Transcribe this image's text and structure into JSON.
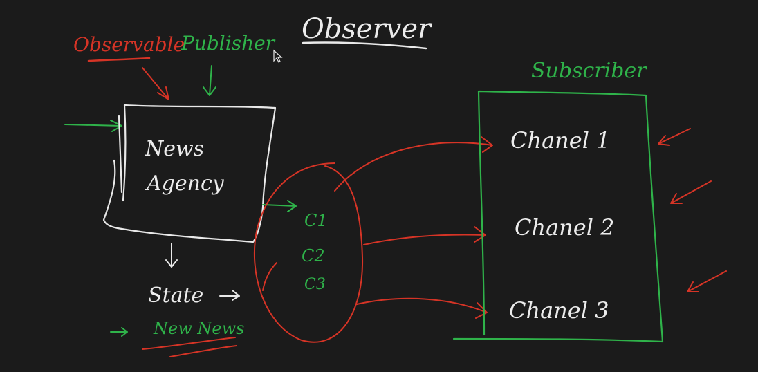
{
  "title": "Observer",
  "labels": {
    "observable": "Observable",
    "publisher": "Publisher",
    "subscriber": "Subscriber",
    "news_agency_line1": "News",
    "news_agency_line2": "Agency",
    "state": "State",
    "new_news": "New News",
    "c1": "C1",
    "c2": "C2",
    "c3": "C3",
    "channel1": "Chanel 1",
    "channel2": "Chanel 2",
    "channel3": "Chanel 3"
  },
  "colors": {
    "background": "#1b1b1b",
    "ink_white": "#ececec",
    "ink_green": "#2fb34a",
    "ink_red": "#d63426"
  },
  "icons": [
    "mouse-cursor-icon"
  ]
}
